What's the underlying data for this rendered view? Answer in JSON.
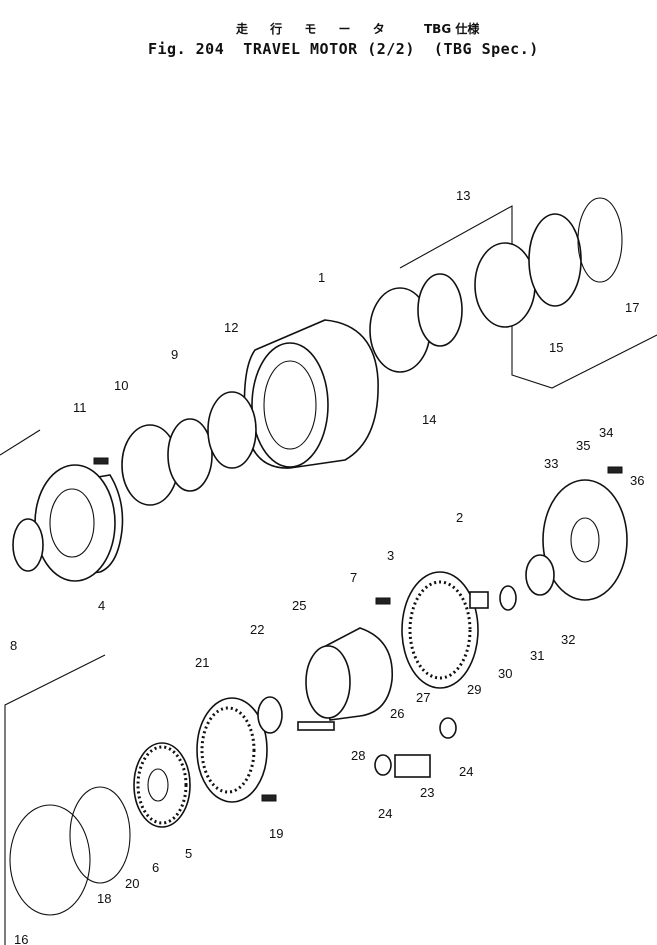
{
  "title": {
    "jp_left": "走 行 モ ー タ",
    "jp_right": "TBG 仕様",
    "main": "Fig. 204  TRAVEL MOTOR (2/2)  (TBG Spec.)"
  },
  "callouts": [
    {
      "label": "1"
    },
    {
      "label": "2"
    },
    {
      "label": "3"
    },
    {
      "label": "4"
    },
    {
      "label": "5"
    },
    {
      "label": "6"
    },
    {
      "label": "7"
    },
    {
      "label": "8"
    },
    {
      "label": "9"
    },
    {
      "label": "10"
    },
    {
      "label": "11"
    },
    {
      "label": "12"
    },
    {
      "label": "13"
    },
    {
      "label": "14"
    },
    {
      "label": "15"
    },
    {
      "label": "16"
    },
    {
      "label": "17"
    },
    {
      "label": "18"
    },
    {
      "label": "19"
    },
    {
      "label": "20"
    },
    {
      "label": "21"
    },
    {
      "label": "22"
    },
    {
      "label": "23"
    },
    {
      "label": "24"
    },
    {
      "label": "24"
    },
    {
      "label": "25"
    },
    {
      "label": "26"
    },
    {
      "label": "27"
    },
    {
      "label": "28"
    },
    {
      "label": "29"
    },
    {
      "label": "30"
    },
    {
      "label": "31"
    },
    {
      "label": "32"
    },
    {
      "label": "33"
    },
    {
      "label": "34"
    },
    {
      "label": "35"
    },
    {
      "label": "36"
    }
  ]
}
